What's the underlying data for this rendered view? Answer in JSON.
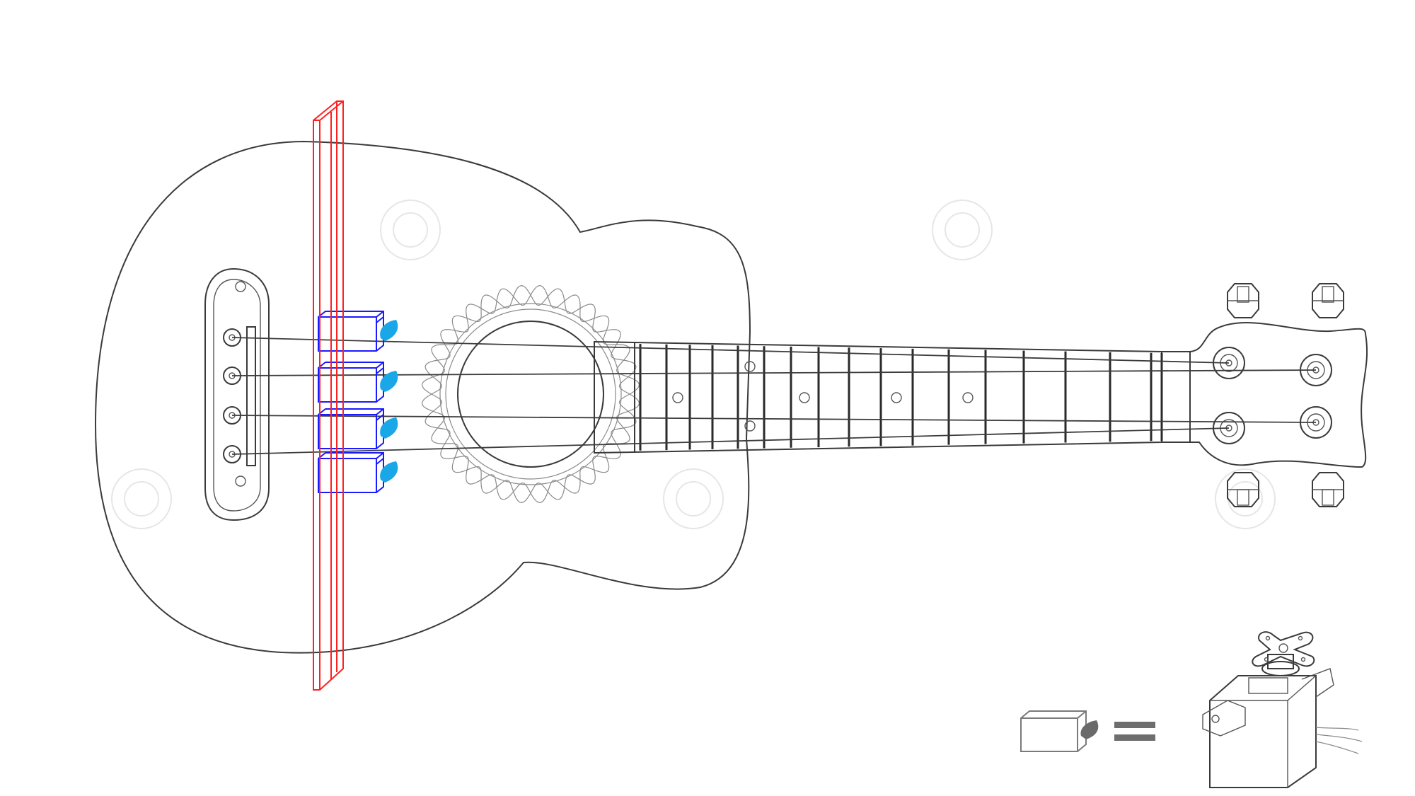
{
  "figure": {
    "subject": "ukulele",
    "string_count": 4,
    "servo_count": 4,
    "colors": {
      "outline": "#3a3a3a",
      "servo_outline": "#1a1aff",
      "servo_horn": "#1aa7e8",
      "mount_rail": "#ff2020",
      "legend_grey": "#7a7a7a",
      "watermark": "#e6e6e6"
    },
    "icons": {
      "legend_servo_symbol": "servo-symbol-icon",
      "legend_equals": "equals-icon",
      "legend_servo_motor": "servo-motor-icon",
      "tuning_pegs": "tuning-peg-icon"
    }
  }
}
